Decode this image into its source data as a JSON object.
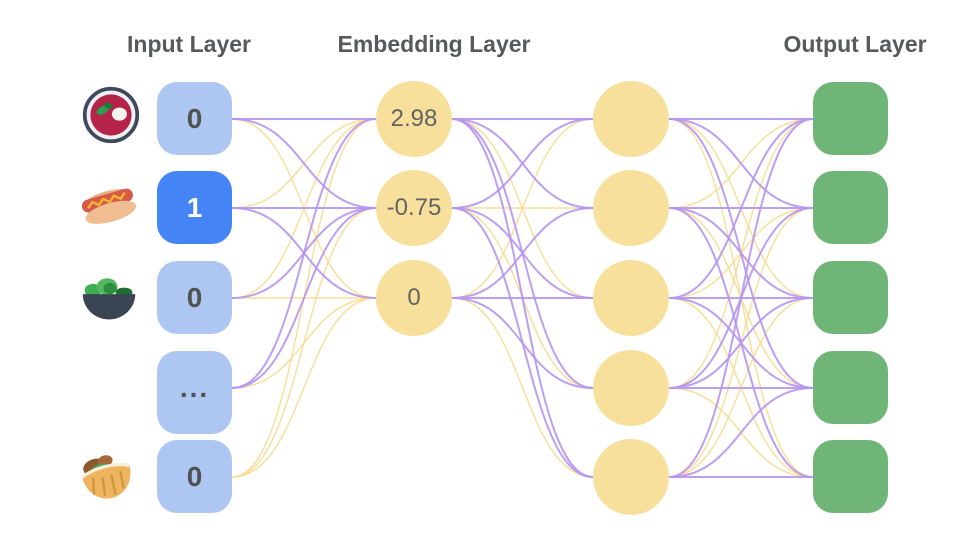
{
  "titles": {
    "input": "Input Layer",
    "embedding": "Embedding Layer",
    "output": "Output Layer"
  },
  "input_nodes": [
    {
      "label": "0",
      "state": "inactive",
      "icon": "borscht-soup"
    },
    {
      "label": "1",
      "state": "active",
      "icon": "hot-dog"
    },
    {
      "label": "0",
      "state": "inactive",
      "icon": "green-salad"
    },
    {
      "label": "...",
      "state": "inactive",
      "icon": null
    },
    {
      "label": "0",
      "state": "inactive",
      "icon": "stuffed-flatbread"
    }
  ],
  "embedding_nodes": [
    {
      "label": "2.98"
    },
    {
      "label": "-0.75"
    },
    {
      "label": "0"
    }
  ],
  "hidden_nodes": [
    {
      "label": ""
    },
    {
      "label": ""
    },
    {
      "label": ""
    },
    {
      "label": ""
    },
    {
      "label": ""
    }
  ],
  "output_nodes": [
    {
      "label": ""
    },
    {
      "label": ""
    },
    {
      "label": ""
    },
    {
      "label": ""
    },
    {
      "label": ""
    }
  ],
  "palette": {
    "title_text": "#58595b",
    "input_inactive": "#aec6f2",
    "input_active": "#4584f4",
    "embedding_fill": "#f7e09b",
    "output_fill": "#6fb577",
    "node_text": "#525252"
  },
  "connection_colors": {
    "p": "#b695f0",
    "y": "#f8d98b"
  },
  "connections": {
    "input_to_embedding": [
      [
        "p",
        "p",
        "y"
      ],
      [
        "y",
        "p",
        "p"
      ],
      [
        "y",
        "p",
        "y"
      ],
      [
        "p",
        "p",
        "y"
      ],
      [
        "y",
        "y",
        "y"
      ]
    ],
    "embedding_to_hidden": [
      [
        "p",
        "p",
        "y",
        "p",
        "p"
      ],
      [
        "p",
        "y",
        "p",
        "y",
        "p"
      ],
      [
        "y",
        "p",
        "p",
        "p",
        "y"
      ]
    ],
    "hidden_to_output": [
      [
        "p",
        "p",
        "y",
        "p",
        "y"
      ],
      [
        "y",
        "p",
        "p",
        "y",
        "p"
      ],
      [
        "p",
        "y",
        "p",
        "p",
        "y"
      ],
      [
        "y",
        "p",
        "p",
        "p",
        "y"
      ],
      [
        "p",
        "y",
        "y",
        "p",
        "p"
      ]
    ]
  }
}
